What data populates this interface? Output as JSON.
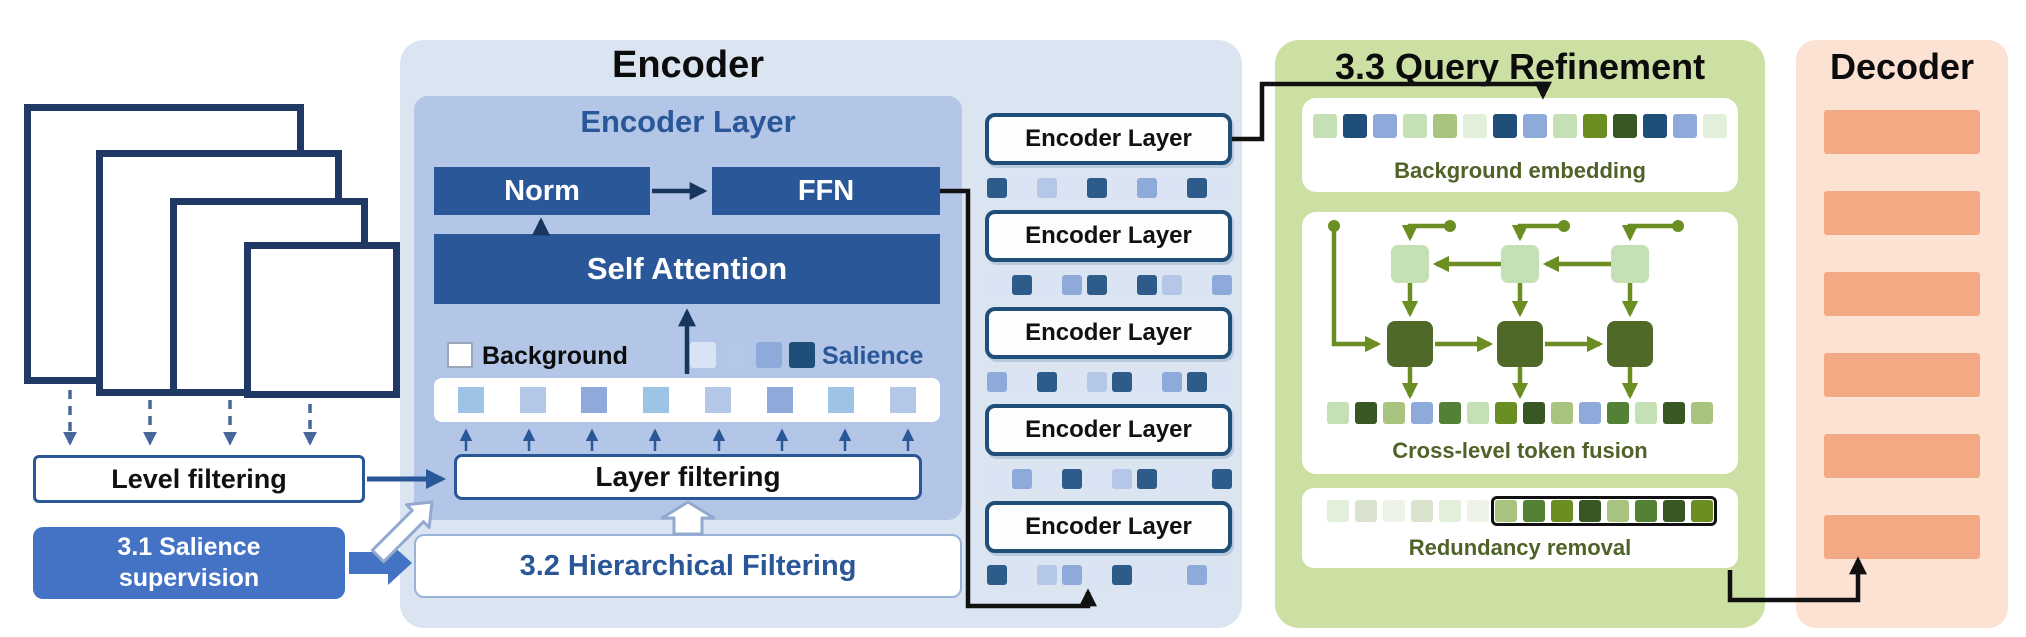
{
  "colors": {
    "navy": "#1f3864",
    "blue_dark": "#2a5798",
    "blue_mid": "#8eaadb",
    "blue_light": "#b4c7e7",
    "blue_pale": "#dae3f3",
    "accent_blue": "#4472c4",
    "encoder_bg": "#dbe5f2",
    "encoder_inner_bg": "#b3c6e7",
    "green_bg": "#cde0a3",
    "green_dark": "#4f6a28",
    "green_arrow": "#6b8e23",
    "green_light": "#c5e0b4",
    "decoder_bg": "#fbe2d3",
    "decoder_bar": "#f2a984"
  },
  "left": {
    "level_filtering": "Level filtering",
    "salience_line1": "3.1 Salience",
    "salience_line2": "supervision"
  },
  "encoder": {
    "title": "Encoder",
    "layer_title": "Encoder Layer",
    "norm": "Norm",
    "ffn": "FFN",
    "self_attention": "Self Attention",
    "legend_background": "Background",
    "legend_salience": "Salience",
    "layer_filtering": "Layer filtering",
    "hierarchical_filtering": "3.2 Hierarchical  Filtering",
    "stack_label": "Encoder Layer",
    "salience_scale": [
      "#dae3f3",
      "#b4c7e7",
      "#8eaadb",
      "#1f4e79"
    ],
    "strip_tokens": [
      "#9dc3e6",
      "#b4c7e7",
      "#8eaadb",
      "#9dc3e6",
      "#b4c7e7",
      "#8eaadb",
      "#9dc3e6",
      "#b4c7e7"
    ],
    "stack_rows": {
      "r0": [
        "#2e5c8a",
        "#dae3f3",
        "#b4c7e7",
        "#dae3f3",
        "#2e5c8a",
        "#dae3f3",
        "#8eaadb",
        "#dae3f3",
        "#2e5c8a",
        "#dae3f3"
      ],
      "r1": [
        "#dae3f3",
        "#2e5c8a",
        "#dae3f3",
        "#8eaadb",
        "#2e5c8a",
        "#dae3f3",
        "#2e5c8a",
        "#b4c7e7",
        "#dae3f3",
        "#8eaadb"
      ],
      "r2": [
        "#8eaadb",
        "#dae3f3",
        "#2e5c8a",
        "#dae3f3",
        "#b4c7e7",
        "#2e5c8a",
        "#dae3f3",
        "#8eaadb",
        "#2e5c8a",
        "#dae3f3"
      ],
      "r3": [
        "#dae3f3",
        "#8eaadb",
        "#dae3f3",
        "#2e5c8a",
        "#dae3f3",
        "#b4c7e7",
        "#2e5c8a",
        "#dae3f3",
        "#dae3f3",
        "#2e5c8a"
      ],
      "r4": [
        "#2e5c8a",
        "#dae3f3",
        "#b4c7e7",
        "#8eaadb",
        "#dae3f3",
        "#2e5c8a",
        "#dae3f3",
        "#dae3f3",
        "#8eaadb",
        "#dae3f3"
      ]
    }
  },
  "query_refinement": {
    "title": "3.3 Query Refinement",
    "background_embedding_label": "Background embedding",
    "background_tokens": [
      "#c5e0b4",
      "#1f4e79",
      "#8eaadb",
      "#c5e0b4",
      "#a9c47f",
      "#e2efda",
      "#1f4e79",
      "#8eaadb",
      "#c5e0b4",
      "#6b8e23",
      "#385723",
      "#1f4e79",
      "#8eaadb",
      "#e2efda"
    ],
    "fusion_label": "Cross-level token fusion",
    "fused_tokens": [
      "#c5e0b4",
      "#385723",
      "#a9c47f",
      "#8eaadb",
      "#538135",
      "#c5e0b4",
      "#6b8e23",
      "#385723",
      "#a9c47f",
      "#8eaadb",
      "#538135",
      "#c5e0b4",
      "#385723",
      "#a9c47f"
    ],
    "redundancy_label": "Redundancy removal",
    "redundancy_tokens": [
      "#e2efda",
      "#d8e2cc",
      "#eef3e8",
      "#d8e2cc",
      "#e2efda",
      "#eef3e8",
      "#a9c47f",
      "#538135",
      "#6b8e23",
      "#385723",
      "#a9c47f",
      "#538135",
      "#385723",
      "#6b8e23"
    ]
  },
  "decoder": {
    "title": "Decoder"
  }
}
